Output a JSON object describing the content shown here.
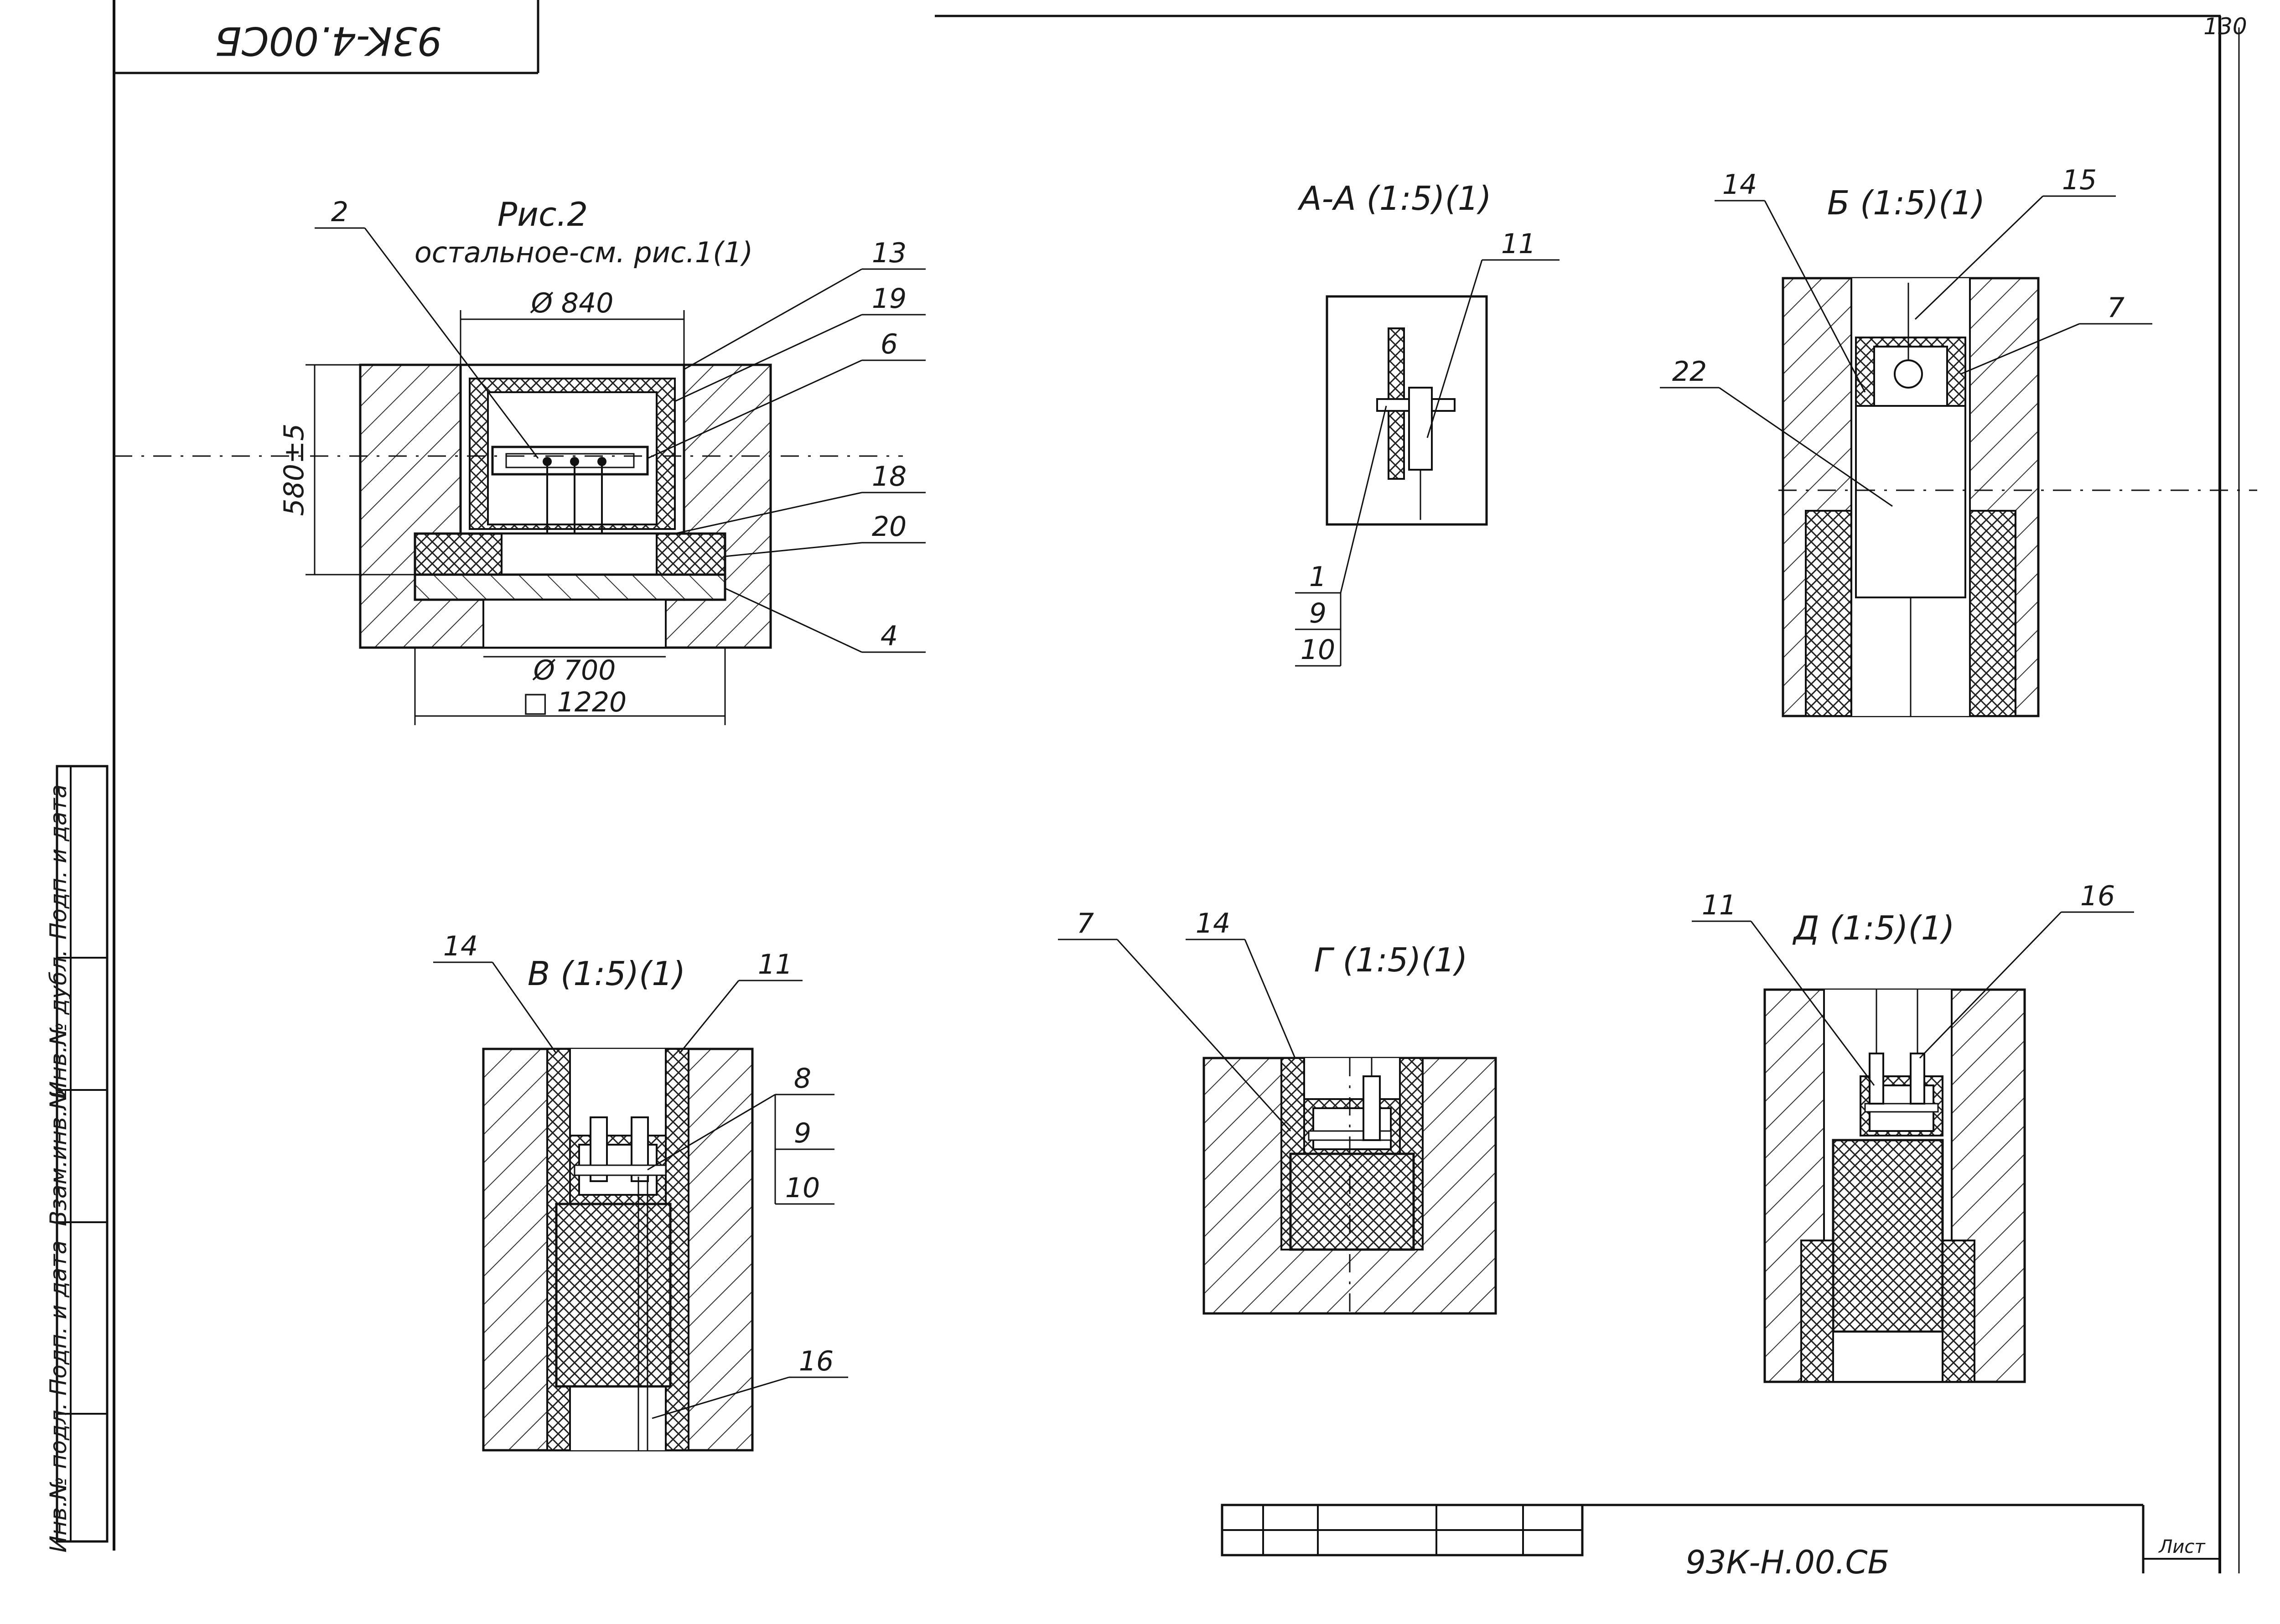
{
  "drawing": {
    "code_top_left": "93K-4.00СБ",
    "sheet_corner_number": "130",
    "code_bottom": "93К-Н.00.СБ",
    "sheet_label": "Лист",
    "side_stamp": [
      "Инв.№ подл.",
      "Подп. и дата",
      "Взам.инв.№",
      "Инв.№ дубл.",
      "Подп. и дата"
    ]
  },
  "fig2": {
    "title": "Рис.2",
    "subtitle": "остальное-см. рис.1(1)",
    "dim_top": "Ø 840",
    "dim_height": "580±5",
    "dim_inner": "Ø 700",
    "dim_base": "□ 1220",
    "callouts": [
      "2",
      "13",
      "19",
      "6",
      "18",
      "20",
      "4"
    ]
  },
  "view_aa": {
    "title": "А-А (1:5)(1)",
    "callouts": [
      "11",
      "1",
      "9",
      "10"
    ]
  },
  "view_b": {
    "title": "Б (1:5)(1)",
    "callouts": [
      "14",
      "15",
      "7",
      "22"
    ]
  },
  "view_v": {
    "title": "В (1:5)(1)",
    "callouts": [
      "14",
      "11",
      "8",
      "9",
      "10",
      "16"
    ]
  },
  "view_g": {
    "title": "Г (1:5)(1)",
    "callouts": [
      "7",
      "14"
    ]
  },
  "view_d": {
    "title": "Д (1:5)(1)",
    "callouts": [
      "11",
      "16"
    ]
  }
}
